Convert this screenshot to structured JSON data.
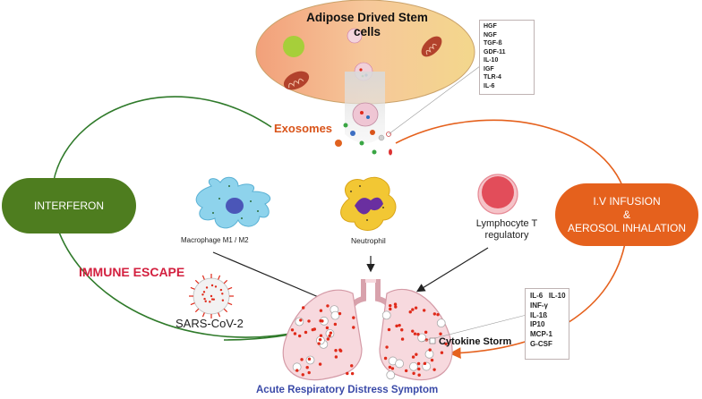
{
  "adsc": {
    "title": "Adipose Drived Stem cells"
  },
  "growth_factors": [
    "HGF",
    "NGF",
    "TGF-ß",
    "GDF-11",
    "IL-10",
    "IGF",
    "TLR-4",
    "IL-6"
  ],
  "exosomes_label": "Exosomes",
  "interferon_label": "INTERFERON",
  "infusion": {
    "line1": "I.V INFUSION",
    "line2": "&",
    "line3": "AEROSOL INHALATION"
  },
  "immune_escape_label": "IMMUNE ESCAPE",
  "virus_label": "SARS-CoV-2",
  "macrophage_label": "Macrophage M1 / M2",
  "neutrophil_label": "Neutrophil",
  "lymphocyte_label": "Lymphocyte T regulatory",
  "cytokines": [
    "IL-6   IL-10",
    "INF-γ",
    "IL-1ß",
    "IP10",
    "MCP-1",
    "G-CSF"
  ],
  "cytokine_storm_label": "Cytokine Storm",
  "ards_label": "Acute Respiratory Distress Symptom",
  "colors": {
    "interferon": "#4e7d1f",
    "infusion": "#e5611d",
    "immune_escape": "#d3203f",
    "ards_text": "#3a4aa8",
    "lung": "#f7d9de",
    "red_dots": "#e02a1a"
  }
}
